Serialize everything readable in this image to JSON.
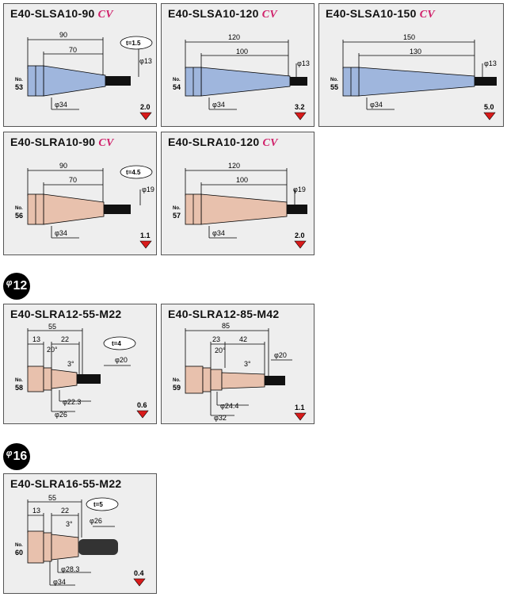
{
  "colors": {
    "blue": "#9fb6dd",
    "pink": "#e8c1ad",
    "cv": "#d0206a",
    "arrow": "#d81b1b",
    "card_bg": "#eeeeee"
  },
  "sections": [
    {
      "badge": "12"
    },
    {
      "badge": "16"
    }
  ],
  "cards": [
    {
      "title": "E40-SLSA10-90",
      "cv": "CV",
      "no": "53",
      "dims": [
        "90",
        "70"
      ],
      "t": "t=1.5",
      "tip": "φ13",
      "base": "φ34",
      "weight": "2.0"
    },
    {
      "title": "E40-SLSA10-120",
      "cv": "CV",
      "no": "54",
      "dims": [
        "120",
        "100"
      ],
      "tip": "φ13",
      "base": "φ34",
      "weight": "3.2"
    },
    {
      "title": "E40-SLSA10-150",
      "cv": "CV",
      "no": "55",
      "dims": [
        "150",
        "130"
      ],
      "tip": "φ13",
      "base": "φ34",
      "weight": "5.0"
    },
    {
      "title": "E40-SLRA10-90",
      "cv": "CV",
      "no": "56",
      "dims": [
        "90",
        "70"
      ],
      "t": "t=4.5",
      "tip": "φ19",
      "base": "φ34",
      "weight": "1.1"
    },
    {
      "title": "E40-SLRA10-120",
      "cv": "CV",
      "no": "57",
      "dims": [
        "120",
        "100"
      ],
      "tip": "φ19",
      "base": "φ34",
      "weight": "2.0"
    },
    {
      "title": "E40-SLRA12-55-M22",
      "no": "58",
      "dims": [
        "55",
        "13",
        "22"
      ],
      "angle1": "20°",
      "angle2": "3°",
      "t": "t=4",
      "tip": "φ20",
      "mid": "φ22.3",
      "base": "φ26",
      "weight": "0.6"
    },
    {
      "title": "E40-SLRA12-85-M42",
      "no": "59",
      "dims": [
        "85",
        "23",
        "42"
      ],
      "angle1": "20°",
      "angle2": "3°",
      "tip": "φ20",
      "mid": "φ24.4",
      "base": "φ32",
      "weight": "1.1"
    },
    {
      "title": "E40-SLRA16-55-M22",
      "no": "60",
      "dims": [
        "55",
        "13",
        "22"
      ],
      "angle2": "3°",
      "t": "t=5",
      "tip": "φ26",
      "mid": "φ28.3",
      "base": "φ34",
      "weight": "0.4"
    }
  ]
}
